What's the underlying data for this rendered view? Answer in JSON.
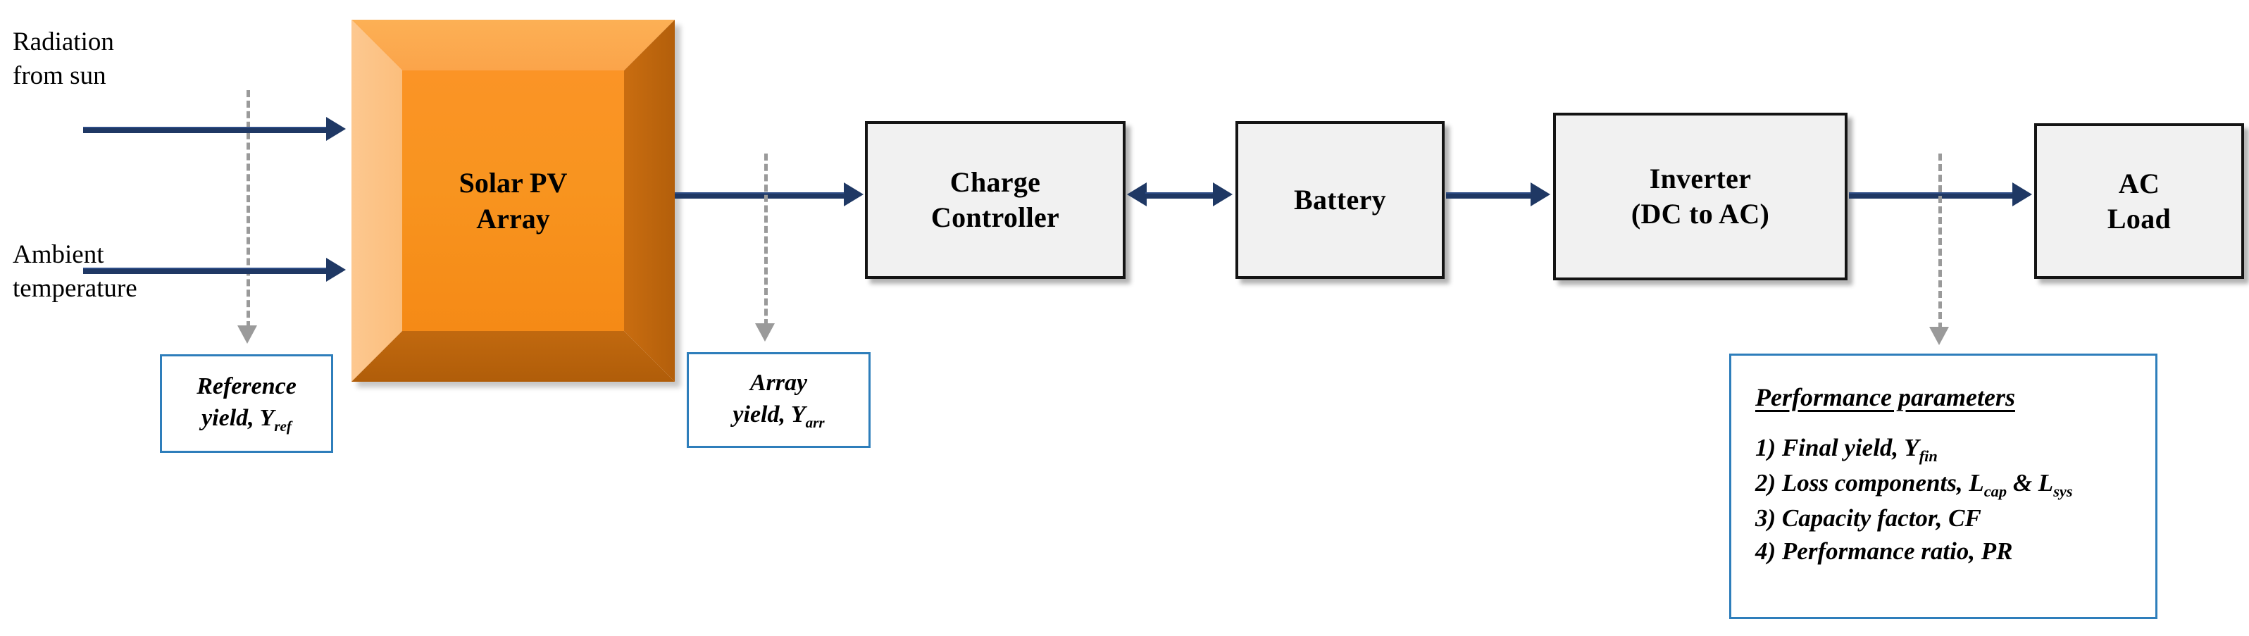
{
  "diagram": {
    "title": "Solar PV system block diagram with performance parameters",
    "colors": {
      "arrow_navy": "#1f3864",
      "callout_border_blue": "#2e7ebb",
      "pv_orange": "#f8941f",
      "pv_bevel_light": "#fdc890",
      "pv_bevel_dark": "#b35f0b",
      "box_fill_gray": "#f1f1f1",
      "box_border": "#141414",
      "dash_gray": "#9a9a9a"
    }
  },
  "inputs": [
    {
      "id": "radiation",
      "label": "Radiation\nfrom sun"
    },
    {
      "id": "ambient",
      "label": "Ambient\ntemperature"
    }
  ],
  "blocks": [
    {
      "id": "solar-pv-array",
      "label": "Solar PV\nArray"
    },
    {
      "id": "charge-controller",
      "label": "Charge\nController"
    },
    {
      "id": "battery",
      "label": "Battery"
    },
    {
      "id": "inverter",
      "label": "Inverter\n(DC to AC)"
    },
    {
      "id": "ac-load",
      "label": "AC\nLoad"
    }
  ],
  "callouts": [
    {
      "id": "reference-yield",
      "text": "Reference\nyield, Yref"
    },
    {
      "id": "array-yield",
      "text": "Array\nyield, Yarr"
    }
  ],
  "performance": {
    "title": "Performance parameters",
    "items": [
      {
        "index": "1)",
        "name": "Final yield, Y",
        "sub": "fin",
        "tail": ""
      },
      {
        "index": "2)",
        "name": "Loss components, L",
        "sub": "cap",
        "tail": " & L",
        "sub2": "sys"
      },
      {
        "index": "3)",
        "name": "Capacity factor,  CF",
        "sub": "",
        "tail": ""
      },
      {
        "index": "4)",
        "name": "Performance ratio, PR",
        "sub": "",
        "tail": ""
      }
    ]
  },
  "connectors": [
    {
      "id": "radiation-to-array",
      "type": "solid",
      "direction": "right"
    },
    {
      "id": "ambient-to-array",
      "type": "solid",
      "direction": "right"
    },
    {
      "id": "array-to-charge-controller",
      "type": "solid",
      "direction": "right"
    },
    {
      "id": "charge-controller-battery",
      "type": "solid",
      "direction": "both"
    },
    {
      "id": "battery-to-inverter",
      "type": "solid",
      "direction": "right"
    },
    {
      "id": "inverter-to-ac-load",
      "type": "solid",
      "direction": "right"
    },
    {
      "id": "dropper-reference-yield",
      "type": "dashed",
      "direction": "down"
    },
    {
      "id": "dropper-array-yield",
      "type": "dashed",
      "direction": "down"
    },
    {
      "id": "dropper-performance",
      "type": "dashed",
      "direction": "down"
    }
  ]
}
